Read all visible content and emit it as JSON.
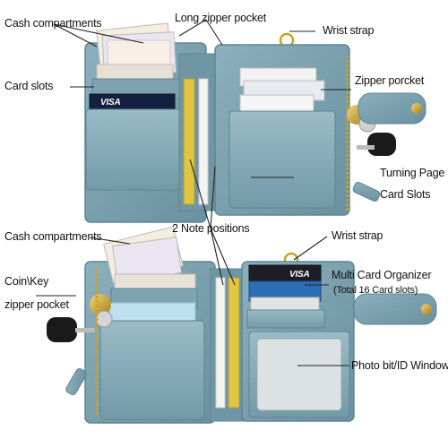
{
  "labels": {
    "top": {
      "cash_compartments": "Cash compartments",
      "long_zipper_pocket": "Long zipper pocket",
      "wrist_strap": "Wrist strap",
      "card_slots": "Card slots",
      "zipper_pocket": "Zipper porcket",
      "turning_page": "Turning Page",
      "card_slots_right": "Card Slots"
    },
    "middle": {
      "note_positions": "2 Note positions"
    },
    "bottom": {
      "cash_compartments": "Cash compartments",
      "wrist_strap": "Wrist strap",
      "multi_card_organizer": "Multi Card Organizer",
      "total_card_slots": "(Total 16 Card slots)",
      "coin_key": "Coin\\Key",
      "zipper_pocket": "zipper pocket",
      "photo_id_window": "Photo bit/ID Window"
    }
  },
  "card_texts": {
    "visa_top": "VISA",
    "visa_bottom": "VISA"
  },
  "colors": {
    "wallet": "#7fa3b0",
    "wallet_dark": "#5f8593",
    "wallet_light": "#9dbcc7",
    "gold": "#c9a227",
    "pointer": "#222222"
  }
}
